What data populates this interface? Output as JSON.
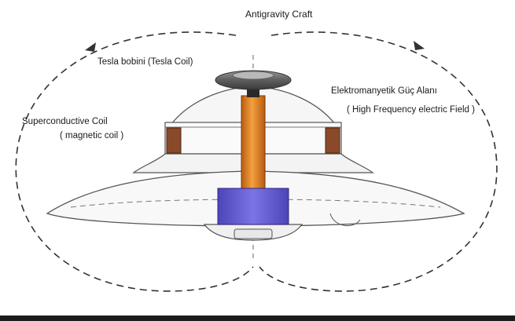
{
  "diagram": {
    "title": "Antigravity Craft",
    "labels": {
      "tesla_coil": "Tesla bobini (Tesla Coil)",
      "em_field_tr": "Elektromanyetik Güç Alanı",
      "em_field_en": "( High Frequency electric Field )",
      "sc_coil": "Superconductive Coil",
      "magnetic_coil": "( magnetic coil )"
    },
    "colors": {
      "tesla_rod": "#d9741c",
      "tesla_rod_highlight": "#f4a040",
      "base_block": "#6a62d6",
      "coil": "#8a4a2a",
      "cap": "#6e6e6e",
      "outline": "#444444",
      "field_lines": "#333333",
      "bottom_bar": "#1c1c1c"
    }
  }
}
